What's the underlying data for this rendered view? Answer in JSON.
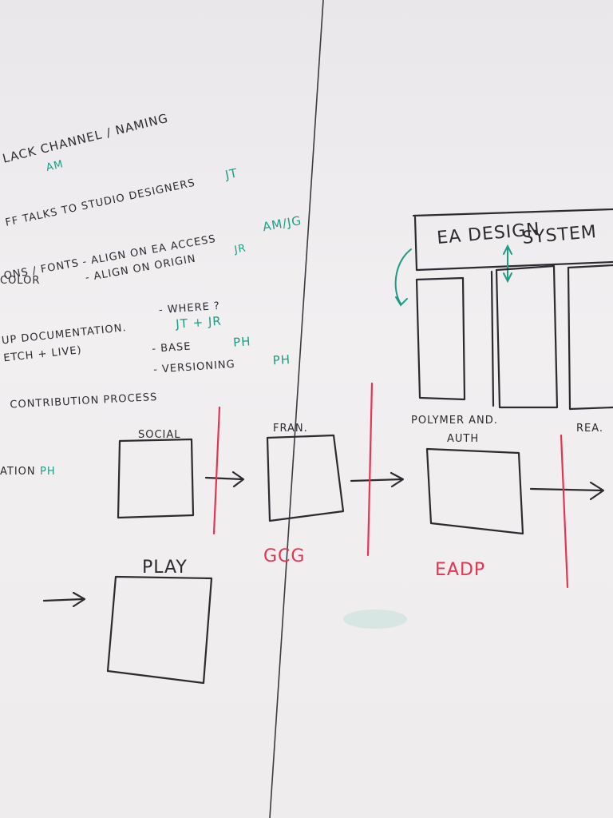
{
  "notes": {
    "slack": "LACK CHANNEL / NAMING",
    "slack_owner": "AM",
    "studio": "FF TALKS TO STUDIO DESIGNERS",
    "studio_owner": "JT",
    "fonts": "ONS / FONTS",
    "align_access": "- ALIGN ON EA ACCESS",
    "align_access_owner": "AM/JG",
    "align_origin": "- ALIGN ON ORIGIN",
    "align_origin_owner": "JR",
    "color": "COLOR",
    "documentation": "UP DOCUMENTATION.",
    "sketch_live": "ETCH + LIVE)",
    "where": "- WHERE ?",
    "where_owner": "JT + JR",
    "base": "- BASE",
    "base_owner": "PH",
    "versioning": "- VERSIONING",
    "versioning_owner": "PH",
    "contribution": "CONTRIBUTION PROCESS",
    "ation": "ATION",
    "ation_owner": "PH"
  },
  "diagram": {
    "system_title_line1": "EA DESIGN",
    "system_title_line2": "SYSTEM",
    "labels": {
      "social": "SOCIAL",
      "fran": "FRAN.",
      "polymer": "POLYMER AND.",
      "auth": "AUTH",
      "rea": "REA.",
      "play": "PLAY"
    },
    "tags": {
      "gcg": "GCG",
      "eadp": "EADP"
    }
  }
}
